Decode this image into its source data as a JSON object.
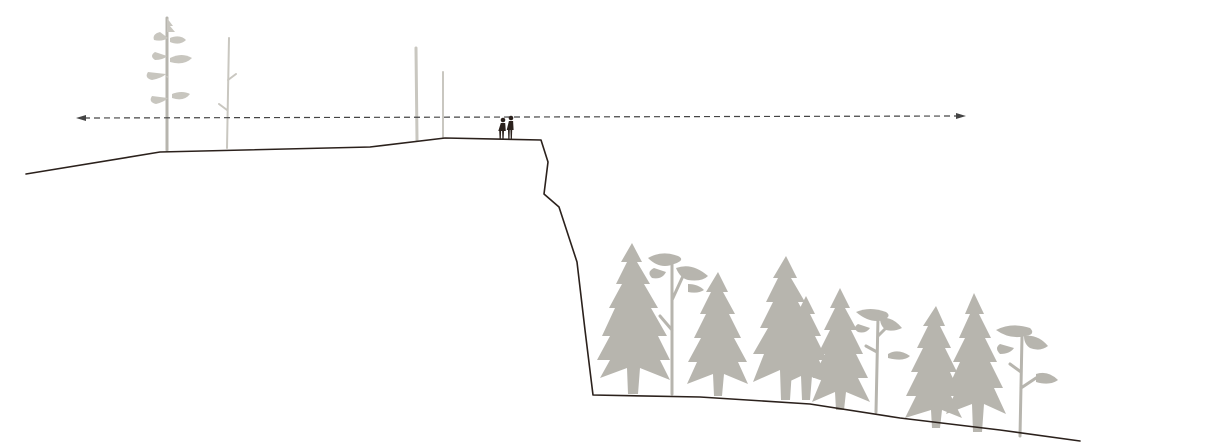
{
  "diagram": {
    "type": "landscape-section",
    "colors": {
      "terrain": "#2b211c",
      "sightline": "#444444",
      "trees": "#b7b5ae",
      "figures": "#2b211c",
      "background": "#ffffff"
    },
    "elements": {
      "sight_line": {
        "style": "dashed",
        "arrows": "both-ends"
      },
      "plateau_trees": [
        "pine",
        "snag",
        "snag",
        "snag"
      ],
      "figures_count": 2,
      "valley_trees": [
        "spruce",
        "pine",
        "spruce",
        "spruce",
        "spruce",
        "spruce",
        "pine",
        "spruce",
        "spruce",
        "pine"
      ]
    }
  }
}
